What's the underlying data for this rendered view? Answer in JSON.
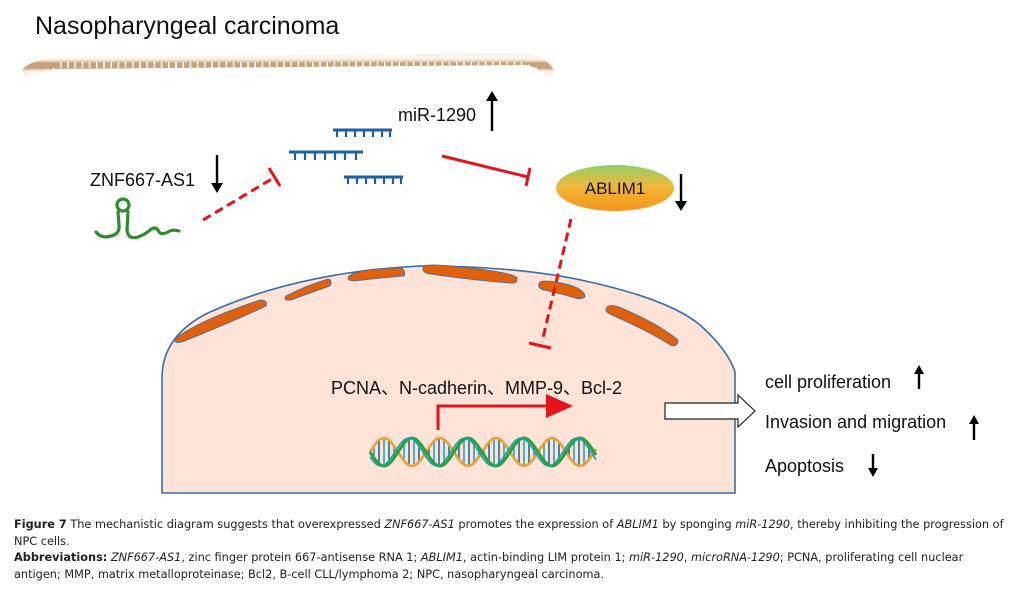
{
  "diagram": {
    "title": "Nasopharyngeal  carcinoma",
    "nodes": {
      "znf667_as1": {
        "label": "ZNF667-AS1",
        "trend": "down",
        "color": "#2e8b2e"
      },
      "mir_1290": {
        "label": "miR-1290",
        "trend": "up",
        "color": "#1f5fa0"
      },
      "ablim1": {
        "label": "ABLIM1",
        "trend": "down",
        "gradient_top": "#8fcf6a",
        "gradient_bottom": "#f7941d"
      },
      "target_genes": {
        "label": "PCNA、N-cadherin、MMP-9、Bcl-2"
      }
    },
    "edges": [
      {
        "from": "ZNF667-AS1",
        "to": "miR-1290",
        "type": "inhibition",
        "style": "dashed"
      },
      {
        "from": "miR-1290",
        "to": "ABLIM1",
        "type": "inhibition",
        "style": "solid"
      },
      {
        "from": "ABLIM1",
        "to": "PCNA/N-cadherin/MMP-9/Bcl-2",
        "type": "inhibition",
        "style": "dashed"
      },
      {
        "from": "DNA",
        "to": "target genes",
        "type": "transcription",
        "style": "solid"
      }
    ],
    "outcomes": [
      {
        "label": "cell proliferation",
        "trend": "up"
      },
      {
        "label": "Invasion and migration",
        "trend": "up"
      },
      {
        "label": "Apoptosis",
        "trend": "down"
      }
    ],
    "colors": {
      "inhibition_red": "#e5141b",
      "cell_fill": "#fde3d8",
      "cell_border": "#3a6ea5",
      "organelle": "#e0600c",
      "membrane": "#c9a27a"
    }
  },
  "caption": {
    "figure_label": "Figure 7",
    "figure_text_1": " The mechanistic diagram suggests that overexpressed ",
    "figure_italic_1": "ZNF667-AS1",
    "figure_text_2": " promotes the expression of ",
    "figure_italic_2": "ABLIM1",
    "figure_text_3": " by sponging ",
    "figure_italic_3": "miR-1290",
    "figure_text_4": ", thereby inhibiting the progression of NPC cells.",
    "abbr_label": "Abbreviations:",
    "abbr_italic_1": "ZNF667-AS1",
    "abbr_text_1": ", zinc finger protein 667-antisense RNA 1; ",
    "abbr_italic_2": "ABLIM1",
    "abbr_text_2": ", actin-binding LIM protein 1; ",
    "abbr_italic_3": "miR-1290",
    "abbr_text_3": ", ",
    "abbr_italic_4": "microRNA-1290",
    "abbr_text_4": "; PCNA, proliferating cell nuclear antigen; MMP, matrix metalloproteinase; Bcl2, B-cell CLL/lymphoma 2; NPC, nasopharyngeal carcinoma."
  }
}
